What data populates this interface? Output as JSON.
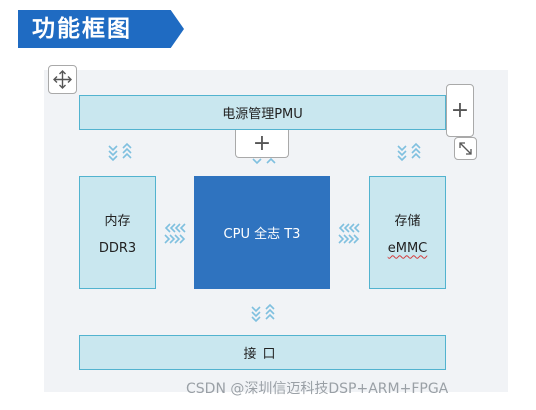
{
  "header": {
    "title": "功能框图"
  },
  "diagram": {
    "pmu_label": "电源管理PMU",
    "memory_label_line1": "内存",
    "memory_label_line2": "DDR3",
    "cpu_label": "CPU 全志 T3",
    "storage_label_line1": "存储",
    "storage_label_line2": "eMMC",
    "interface_label": "接口"
  },
  "toolbar": {
    "plus_symbol": "+"
  },
  "watermark": "CSDN @深圳信迈科技DSP+ARM+FPGA",
  "colors": {
    "banner": "#1f6bc2",
    "block_fill": "#c9e7ef",
    "block_border": "#52b3cf",
    "cpu_fill": "#2f73bf",
    "arrow": "#7fc0df"
  }
}
